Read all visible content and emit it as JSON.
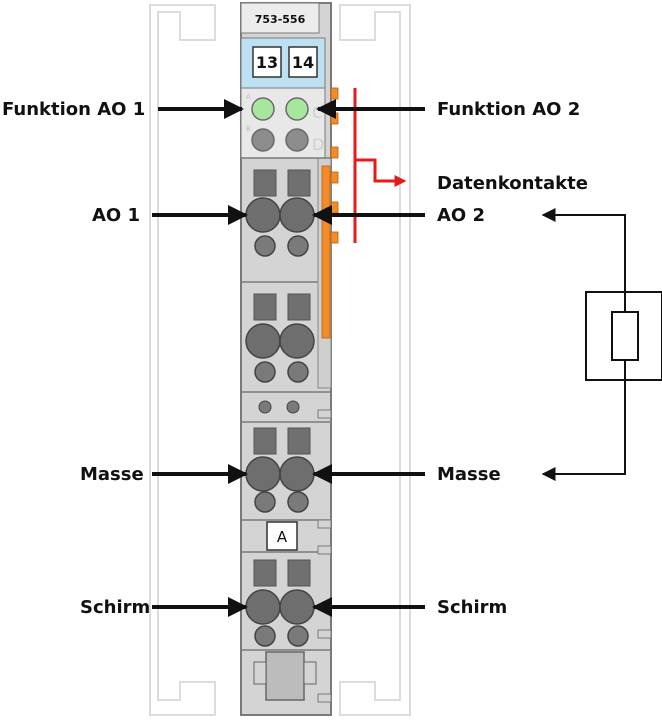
{
  "module": {
    "part_number": "753-556",
    "channels": [
      "13",
      "14"
    ],
    "led_letters": [
      "A",
      "B",
      "C",
      "D"
    ],
    "marker_label": "A"
  },
  "labels": {
    "function_ao1": "Funktion AO 1",
    "function_ao2": "Funktion AO 2",
    "data_contacts": "Datenkontakte",
    "ao1": "AO 1",
    "ao2": "AO 2",
    "ground_left": "Masse",
    "ground_right": "Masse",
    "shield_left": "Schirm",
    "shield_right": "Schirm"
  },
  "colors": {
    "body": "#d4d4d4",
    "body_dark": "#9a9a9a",
    "rail": "#e6e6e6",
    "led_green": "#a8e6a0",
    "terminal": "#6e6e6e",
    "header_blue": "#bde0f2",
    "orange": "#f28c28",
    "red": "#e31b1b"
  }
}
